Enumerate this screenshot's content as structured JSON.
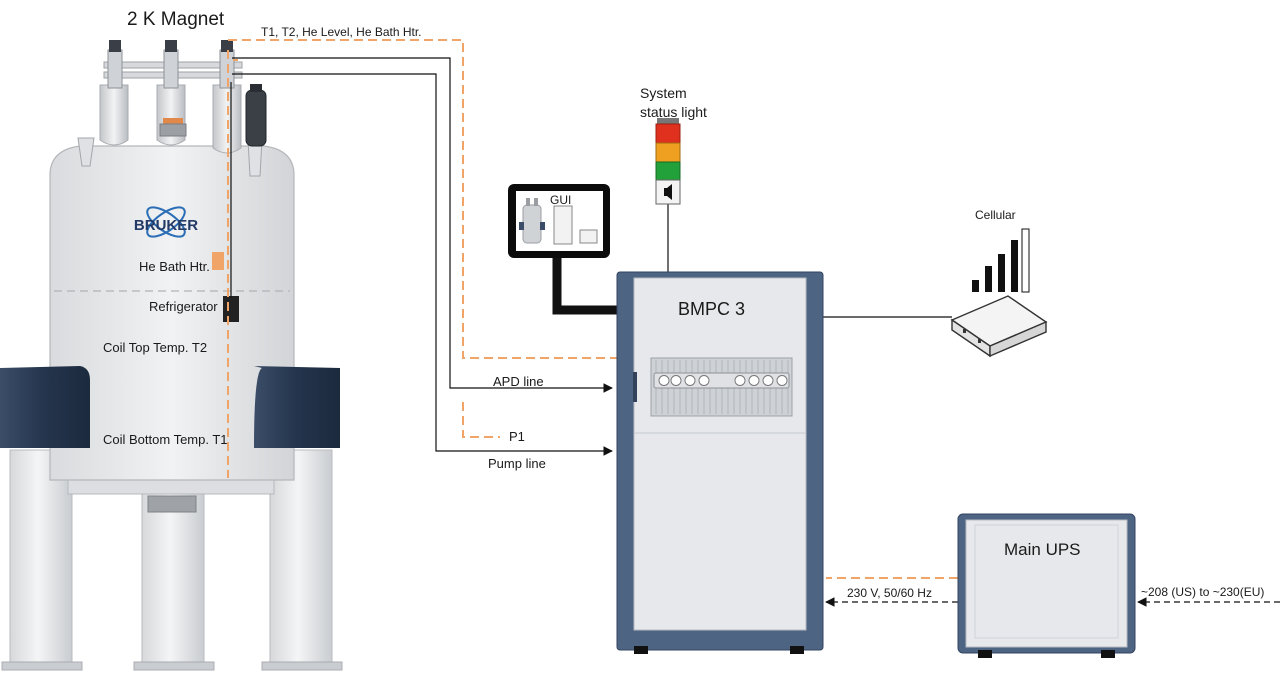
{
  "magnet": {
    "title": "2 K Magnet",
    "brand": "BRUKER",
    "labels": {
      "he_bath_htr": "He Bath Htr.",
      "refrigerator": "Refrigerator",
      "coil_top": "Coil Top Temp. T2",
      "coil_bottom": "Coil Bottom Temp. T1"
    }
  },
  "lines": {
    "sensor_bus": "T1, T2, He Level, He Bath Htr.",
    "apd": "APD line",
    "p1": "P1",
    "pump": "Pump line",
    "ups_out": "230 V, 50/60 Hz",
    "ups_in": "~208 (US) to ~230(EU)"
  },
  "gui": {
    "label": "GUI"
  },
  "status_light": {
    "label_line1": "System",
    "label_line2": "status light",
    "colors": [
      "#e0301e",
      "#f0a020",
      "#22a03a"
    ]
  },
  "cellular": {
    "label": "Cellular"
  },
  "bmpc": {
    "label": "BMPC 3"
  },
  "ups": {
    "label": "Main UPS"
  },
  "colors": {
    "orange_dashed": "#f0a468",
    "cabinet_frame": "#4e6483",
    "cabinet_panel": "#e6e8eb",
    "magnet_body": "#e9eaec",
    "dark_block": "#2d3e58"
  }
}
